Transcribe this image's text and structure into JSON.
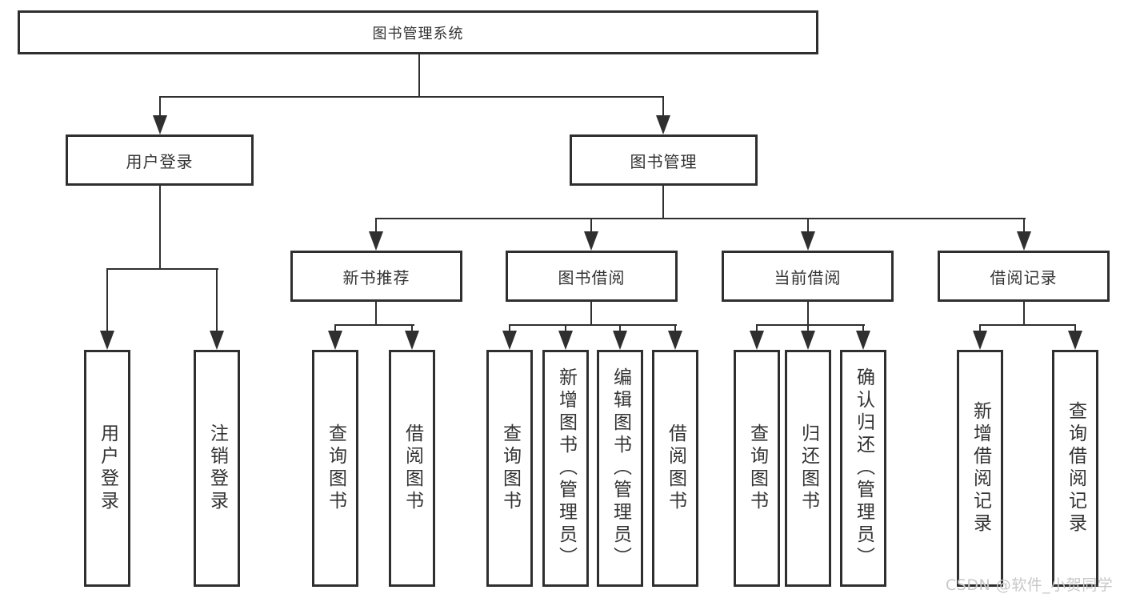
{
  "tree": {
    "root": {
      "label": "图书管理系统"
    },
    "branches": [
      {
        "label": "用户登录",
        "children": [
          {
            "label": "用户登录"
          },
          {
            "label": "注销登录"
          }
        ]
      },
      {
        "label": "图书管理",
        "children": [
          {
            "label": "新书推荐",
            "children": [
              {
                "label": "查询图书"
              },
              {
                "label": "借阅图书"
              }
            ]
          },
          {
            "label": "图书借阅",
            "children": [
              {
                "label": "查询图书"
              },
              {
                "label": "新增图书（管理员）"
              },
              {
                "label": "编辑图书（管理员）"
              },
              {
                "label": "借阅图书"
              }
            ]
          },
          {
            "label": "当前借阅",
            "children": [
              {
                "label": "查询图书"
              },
              {
                "label": "归还图书"
              },
              {
                "label": "确认归还（管理员）"
              }
            ]
          },
          {
            "label": "借阅记录",
            "children": [
              {
                "label": "新增借阅记录"
              },
              {
                "label": "查询借阅记录"
              }
            ]
          }
        ]
      }
    ]
  },
  "watermark": {
    "text": "CSDN @软件_小贺同学"
  },
  "colors": {
    "line": "#2f2f2f",
    "text": "#333333",
    "background": "#ffffff",
    "watermark": "#c8c8c8"
  }
}
